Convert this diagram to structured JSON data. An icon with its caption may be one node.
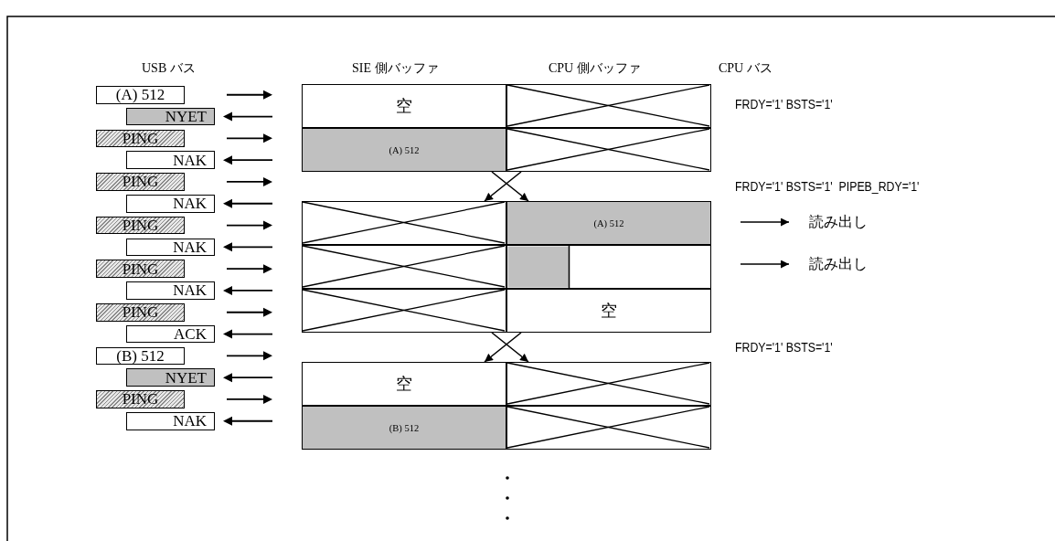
{
  "diagram": {
    "nodes": [
      {
        "text": [
          "(A) 512"
        ]
      },
      {
        "text": [
          "NYET"
        ]
      },
      {
        "text": [
          "PING"
        ]
      },
      {
        "text": [
          "NAK"
        ]
      },
      {
        "text": [
          "PING"
        ]
      },
      {
        "text": [
          "NAK"
        ]
      },
      {
        "text": [
          "PING"
        ]
      },
      {
        "text": [
          "NAK"
        ]
      },
      {
        "text": [
          "PING"
        ]
      },
      {
        "text": [
          "NAK"
        ]
      },
      {
        "text": [
          "PING"
        ]
      },
      {
        "text": [
          "ACK"
        ]
      },
      {
        "text": [
          "(B) 512"
        ]
      },
      {
        "text": [
          "NYET"
        ]
      },
      {
        "text": [
          "PING"
        ]
      },
      {
        "text": [
          "NAK"
        ]
      },
      {
        "text": [
          "空"
        ]
      },
      {
        "text": [],
        "shape": "box"
      },
      {
        "text": [
          "(A) 512"
        ]
      },
      {
        "text": [],
        "shape": "box"
      },
      {
        "text": [],
        "shape": "box"
      },
      {
        "text": [
          "(A) 512"
        ]
      },
      {
        "text": [],
        "shape": "box"
      },
      {
        "text": [],
        "shape": "box"
      },
      {
        "text": [],
        "shape": "box"
      },
      {
        "text": [
          "空"
        ]
      },
      {
        "text": [
          "空"
        ]
      },
      {
        "text": [],
        "shape": "box"
      },
      {
        "text": [
          "(B) 512"
        ]
      },
      {
        "text": [],
        "shape": "box"
      },
      {
        "text": [
          "読み出し"
        ]
      },
      {
        "text": [
          "読み出し"
        ]
      }
    ],
    "edges": [
      {
        "from": 18,
        "to": 21,
        "arrow": "to"
      },
      {
        "from": 19,
        "to": 20,
        "arrow": "to"
      },
      {
        "from": 24,
        "to": 27,
        "arrow": "to"
      },
      {
        "from": 25,
        "to": 26,
        "arrow": "to"
      },
      {
        "from": null,
        "to": 30,
        "arrow": "to"
      },
      {
        "from": null,
        "to": 31,
        "arrow": "to"
      }
    ],
    "labels": [
      "USB バス",
      "SIE 側バッファ",
      "CPU 側バッファ",
      "CPU バス",
      "FRDY='1' BSTS='1'",
      "FRDY='1' BSTS='1'  PIPEB_RDY='1'",
      "FRDY='1' BSTS='1'"
    ]
  }
}
